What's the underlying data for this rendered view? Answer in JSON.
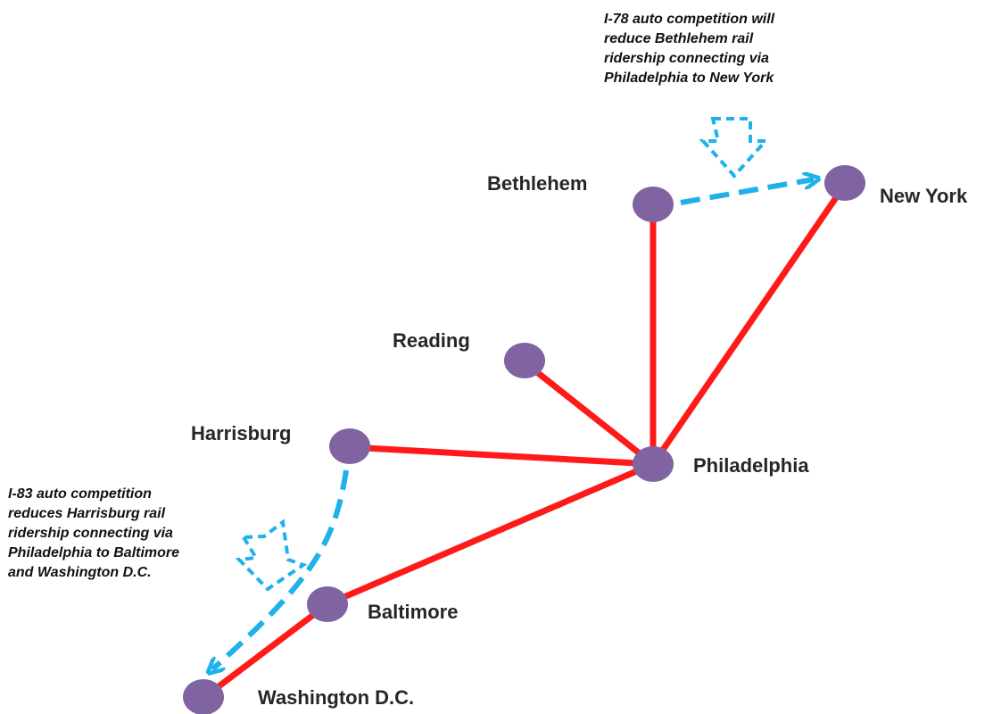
{
  "cities": {
    "new_york": "New York",
    "bethlehem": "Bethlehem",
    "reading": "Reading",
    "harrisburg": "Harrisburg",
    "philadelphia": "Philadelphia",
    "baltimore": "Baltimore",
    "washington": "Washington D.C."
  },
  "annotations": {
    "i78": [
      "I-78 auto competition will",
      "reduce Bethlehem rail",
      "ridership connecting via",
      "Philadelphia to New York"
    ],
    "i83": [
      "I-83 auto competition",
      "reduces Harrisburg rail",
      "ridership connecting via",
      "Philadelphia to Baltimore",
      "and Washington D.C."
    ]
  },
  "colors": {
    "rail_line": "#ff1a1a",
    "city_node": "#8064a2",
    "auto_competition": "#1fb1ea"
  }
}
